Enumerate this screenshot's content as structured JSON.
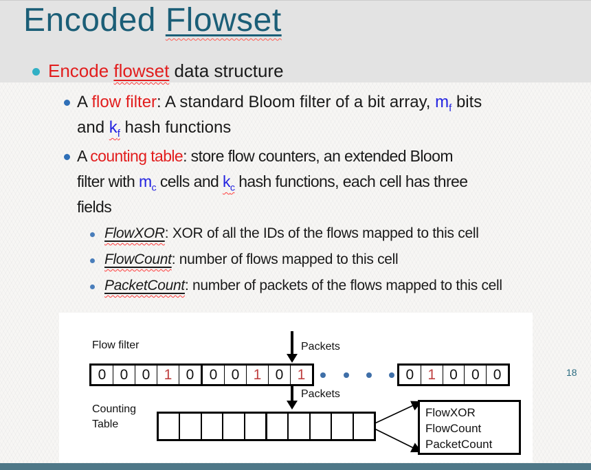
{
  "slide": {
    "title_main": "Encoded ",
    "title_underlined": "Flowset",
    "page_number": "18"
  },
  "bullets": {
    "encode": {
      "red_pre": "Encode ",
      "red_wavy": "flowset",
      "black_rest": " data structure"
    },
    "flow_filter": {
      "line1_pre": "A ",
      "term": "flow filter",
      "line1_mid": ": A standard Bloom filter of a bit array, ",
      "var1": "m",
      "var1_sub": "f",
      "line1_tail": " bits",
      "line2_pre": "and ",
      "var2": "k",
      "var2_sub": "f",
      "line2_tail": " hash functions"
    },
    "counting_table": {
      "line1_pre": "A ",
      "term": "counting table",
      "line1_tail": ": store flow counters, an extended Bloom",
      "line2_pre": "filter with ",
      "var1": "m",
      "var1_sub": "c",
      "line2_mid": " cells and ",
      "var2": "k",
      "var2_sub": "c",
      "line2_tail": " hash functions, each cell has three",
      "line3": "fields"
    },
    "sub_items": [
      {
        "term": "FlowXOR",
        "rest": ": XOR of all the IDs of the flows mapped to this cell"
      },
      {
        "term": "FlowCount",
        "rest": ": number of flows mapped to this cell"
      },
      {
        "term": "PacketCount",
        "rest": ": number of packets of the flows mapped to this cell"
      }
    ]
  },
  "diagram": {
    "flow_filter_label": "Flow filter",
    "packets_label_top": "Packets",
    "packets_label_bottom": "Packets",
    "counting_label_line1": "Counting",
    "counting_label_line2": "Table",
    "bit_array_left": [
      "0",
      "0",
      "0",
      "1",
      "0",
      "0",
      "0",
      "1",
      "0",
      "1"
    ],
    "bit_array_right": [
      "0",
      "1",
      "0",
      "0",
      "0"
    ],
    "cell_box_lines": [
      "FlowXOR",
      "FlowCount",
      "PacketCount"
    ],
    "colors": {
      "one_digit": "#bf4040",
      "ellipsis_dot": "#3f6fa8",
      "title_teal": "#1b5e77"
    }
  }
}
